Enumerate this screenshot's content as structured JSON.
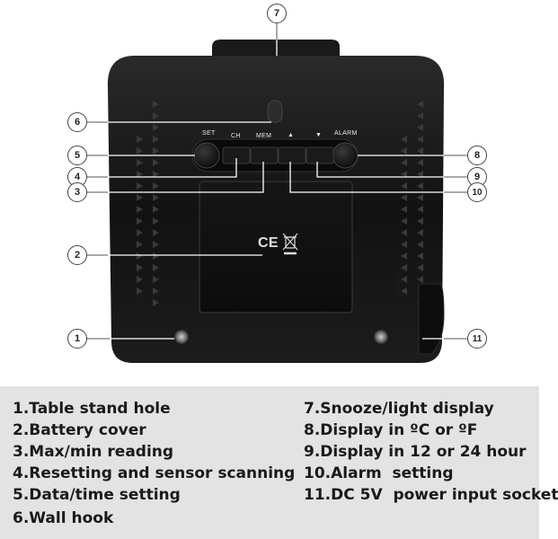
{
  "device": {
    "button_labels": {
      "set": "SET",
      "ch": "CH",
      "mem": "MEM",
      "up": "▲",
      "down": "▼",
      "alarm": "ALARM"
    },
    "socket_label": "DC 5V",
    "ce_mark": "CE"
  },
  "callouts": [
    "1",
    "2",
    "3",
    "4",
    "5",
    "6",
    "7",
    "8",
    "9",
    "10",
    "11"
  ],
  "legend": {
    "left": [
      "1.Table stand hole",
      "2.Battery cover",
      "3.Max/min reading",
      "4.Resetting and sensor scanning",
      "5.Data/time setting",
      "6.Wall hook"
    ],
    "right": [
      "7.Snooze/light display",
      "8.Display in ºC or ºF",
      "9.Display in 12 or 24 hour",
      "10.Alarm  setting",
      "11.DC 5V  power input socket"
    ]
  }
}
